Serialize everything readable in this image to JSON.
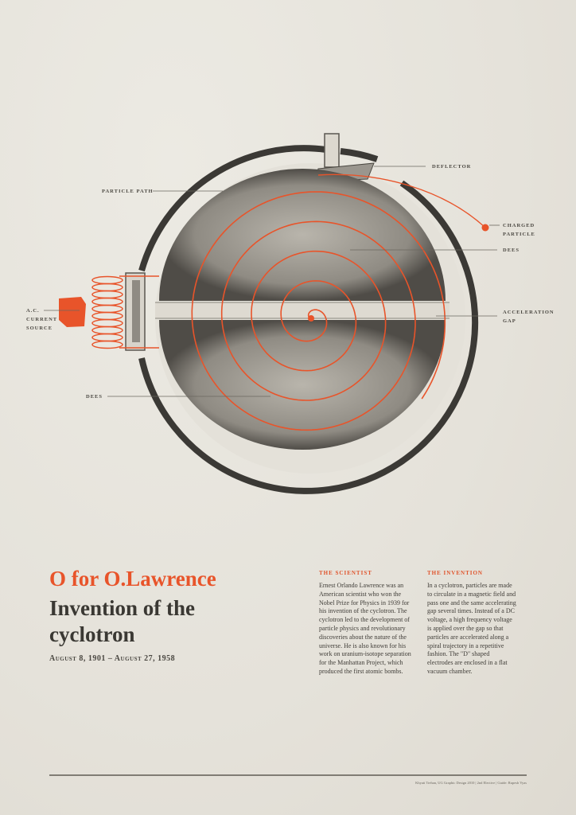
{
  "colors": {
    "accent": "#e8542a",
    "ink": "#3a3833",
    "paper": "#e8e5dd"
  },
  "diagram": {
    "labels": {
      "particle_path": "Particle path",
      "deflector": "Deflector",
      "charged_particle_1": "Charged",
      "charged_particle_2": "particle",
      "dees_right": "Dees",
      "acceleration_gap_1": "Acceleration",
      "acceleration_gap_2": "gap",
      "ac_source_1": "A.C.",
      "ac_source_2": "current",
      "ac_source_3": "source",
      "dees_left": "Dees"
    }
  },
  "title": {
    "line1": "O for O.Lawrence",
    "line2": "Invention of the cyclotron",
    "dates": "August 8, 1901 – August 27, 1958"
  },
  "scientist": {
    "heading": "THE SCIENTIST",
    "body": "Ernest Orlando Lawrence was an American scientist who won the Nobel Prize for Physics in 1939 for his invention of the cyclotron. The cyclotron led to the development of particle physics and revolutionary discoveries about the nature of the universe. He is also known for his work on uranium-isotope separation for the Manhattan Project, which produced the first atomic bombs."
  },
  "invention": {
    "heading": "THE INVENTION",
    "body": "In a cyclotron, particles are made to circulate in a magnetic field and pass one and the same accelerating gap several times. Instead of a DC voltage, a high frequency voltage is applied over the gap so that particles are accelerated along a spiral trajectory in a repetitive fashion. The \"D\" shaped electrodes are enclosed in a flat vacuum chamber."
  },
  "footer": "Khyati Trehan, UG Graphic Design 2010 | 2nd Elective | Guide: Rupesh Vyas"
}
